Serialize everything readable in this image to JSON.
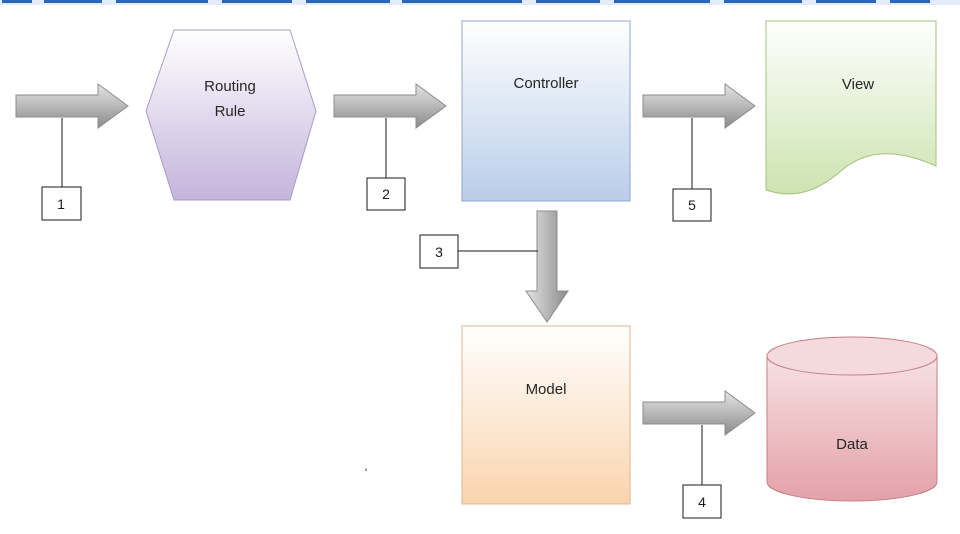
{
  "heading": {
    "visible_text": "",
    "color": "#1f5fb4"
  },
  "nodes": {
    "routing_rule": {
      "line1": "Routing",
      "line2": "Rule",
      "color": "#cdbfe0"
    },
    "controller": {
      "label": "Controller",
      "color": "#c9d9ee"
    },
    "view": {
      "label": "View",
      "color": "#d9ebc4"
    },
    "model": {
      "label": "Model",
      "color": "#fbe0c4"
    },
    "data": {
      "label": "Data",
      "color": "#ecb9bd"
    }
  },
  "steps": [
    {
      "label": "1"
    },
    {
      "label": "2"
    },
    {
      "label": "3"
    },
    {
      "label": "4"
    },
    {
      "label": "5"
    }
  ],
  "stray_mark": "ʻ"
}
